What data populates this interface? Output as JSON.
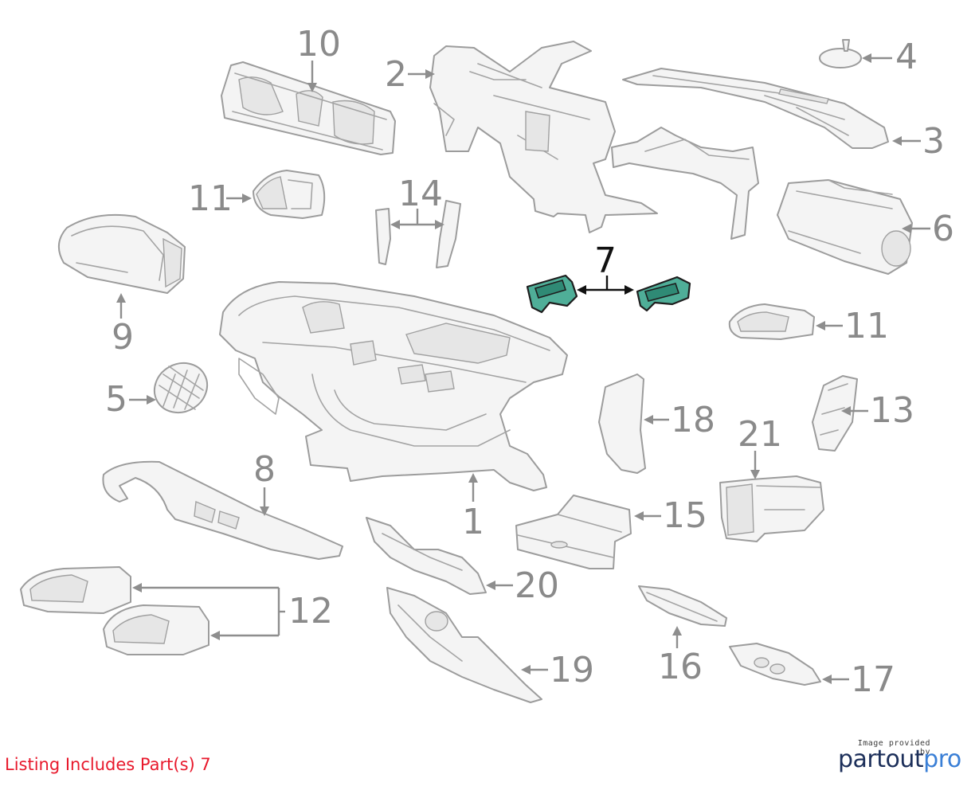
{
  "callouts": {
    "c1": "1",
    "c2": "2",
    "c3": "3",
    "c4": "4",
    "c5": "5",
    "c6": "6",
    "c7": "7",
    "c8": "8",
    "c9": "9",
    "c10": "10",
    "c11a": "11",
    "c11b": "11",
    "c12": "12",
    "c13": "13",
    "c14": "14",
    "c15": "15",
    "c16": "16",
    "c17": "17",
    "c18": "18",
    "c19": "19",
    "c20": "20",
    "c21": "21"
  },
  "highlighted_part": "7",
  "listing_note": "Listing Includes Part(s) 7",
  "credit": {
    "caption": "Image provided by",
    "brand_main": "partout",
    "brand_accent": "pro"
  },
  "colors": {
    "highlight": "#4fae98",
    "part_outline": "#9c9c9c",
    "callout_text": "#8a8a8a",
    "listing_note": "#e8192c",
    "brand_dark": "#1c2f5a",
    "brand_accent": "#3a7fd6"
  }
}
